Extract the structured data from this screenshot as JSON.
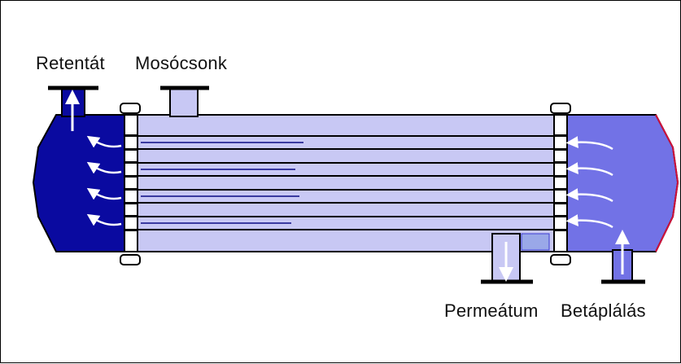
{
  "labels": {
    "retentat": "Retentát",
    "mosocsonk": "Mosócsonk",
    "permeatum": "Permeátum",
    "betaplalas": "Betáplálás"
  },
  "colors": {
    "shell_fill": "#c8c8f4",
    "left_head_fill": "#0a0aa0",
    "right_head_fill": "#7272e6",
    "tube_fill": "#c9c9f5",
    "outline": "#000000",
    "arrow": "#ffffff",
    "head_edge_red": "#d0103a"
  },
  "diagram": {
    "tube_count": 4,
    "left_head_arrow_count": 4,
    "right_head_arrow_count": 4
  }
}
